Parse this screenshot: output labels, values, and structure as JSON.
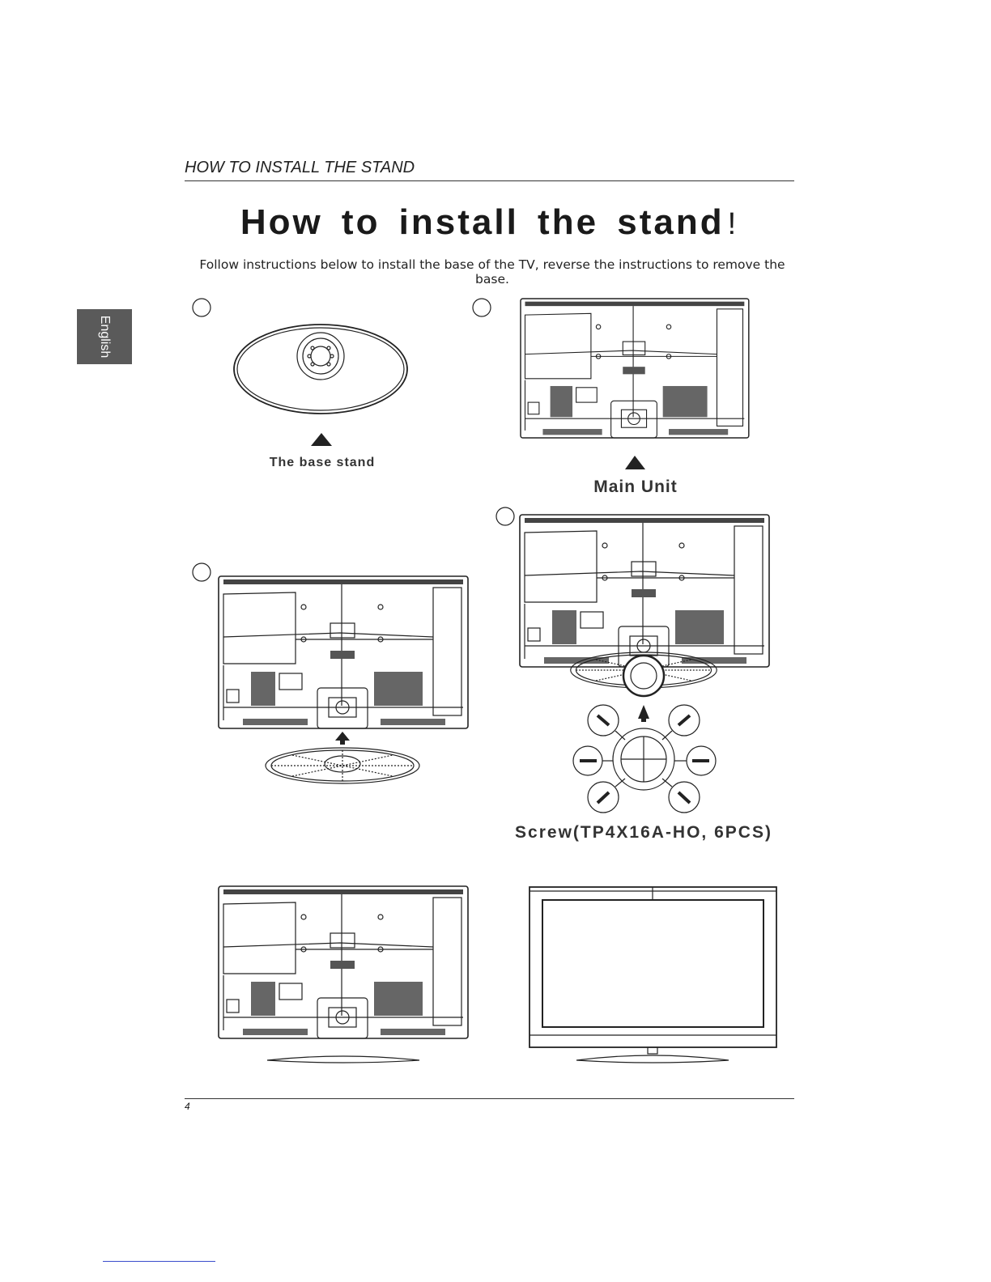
{
  "header": {
    "section_title": "HOW TO INSTALL THE STAND"
  },
  "main": {
    "title": "How to install the stand",
    "title_mark": "!",
    "instructions": "Follow instructions below to install the base of the TV, reverse the instructions to remove the base."
  },
  "side_tab": {
    "language": "English"
  },
  "steps": {
    "base_stand_caption": "The base stand",
    "main_unit_caption": "Main Unit",
    "screw_caption": "Screw(TP4X16A-HO, 6PCS)"
  },
  "footer": {
    "page_number": "4"
  }
}
